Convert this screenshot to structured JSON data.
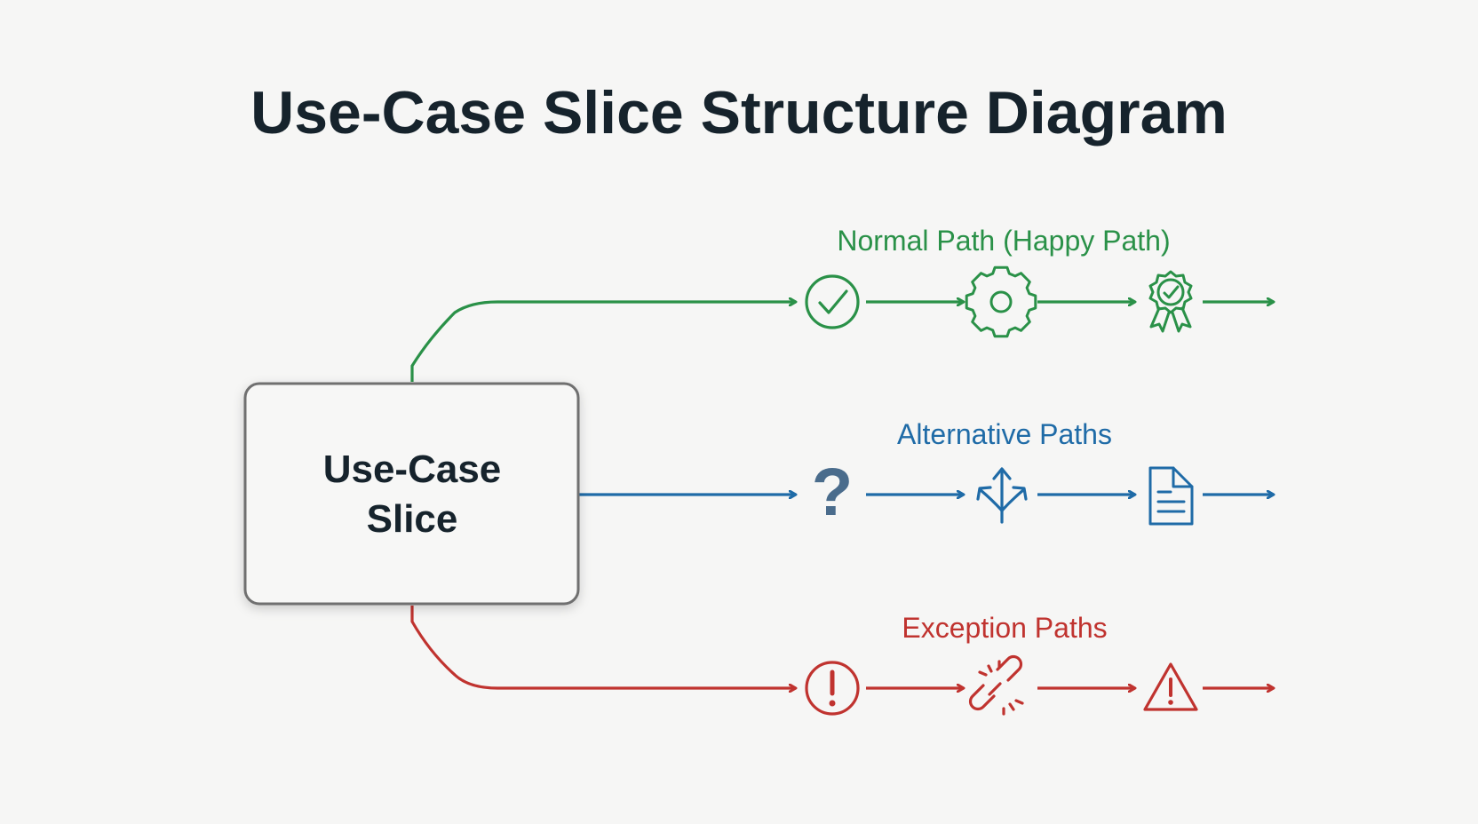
{
  "title": "Use-Case Slice Structure Diagram",
  "slice": {
    "line1": "Use-Case",
    "line2": "Slice"
  },
  "colors": {
    "normal": "#2a9148",
    "alternative": "#1f6ba7",
    "exception": "#c0332f",
    "text": "#16232c",
    "box_border": "#6f6f6f"
  },
  "paths": {
    "normal": {
      "label": "Normal Path (Happy Path)",
      "icons": [
        "check-circle-icon",
        "gear-icon",
        "award-badge-icon"
      ]
    },
    "alternative": {
      "label": "Alternative Paths",
      "icons": [
        "question-mark-icon",
        "split-arrows-icon",
        "document-icon"
      ]
    },
    "exception": {
      "label": "Exception Paths",
      "icons": [
        "exclamation-circle-icon",
        "broken-link-icon",
        "warning-triangle-icon"
      ]
    }
  }
}
